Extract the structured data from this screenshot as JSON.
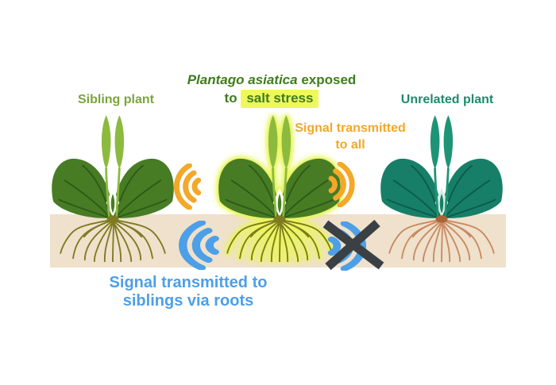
{
  "title": {
    "species": "Plantago asiatica",
    "suffix": " exposed",
    "line2_prefix": "to ",
    "highlight": "salt stress"
  },
  "plants": {
    "sibling": {
      "label": "Sibling plant"
    },
    "stressed": {
      "note": "center plant highlighted with yellow glow"
    },
    "unrelated": {
      "label": "Unrelated plant"
    }
  },
  "signals": {
    "airborne": {
      "line1": "Signal transmitted",
      "line2": "to all"
    },
    "root": {
      "line1": "Signal transmitted to",
      "line2": "siblings via roots"
    }
  },
  "icons": {
    "air_left": "signal-waves-left",
    "air_right": "signal-waves-right",
    "root_left": "signal-waves-left",
    "root_blocked": "signal-waves-crossed-out"
  },
  "colors": {
    "title_green": "#3E7D1E",
    "sibling_label_green": "#7BA43C",
    "unrelated_label_teal": "#1E8A6E",
    "highlight_yellow": "#EFF75D",
    "airborne_signal_yellow": "#F3A82A",
    "root_signal_blue": "#4D9FE8",
    "blocked_x_gray": "#3A4044",
    "soil_tan": "#EFE1CC",
    "leaf_green": "#477C25",
    "leaf_vein_green": "#2E5A15",
    "spike_green": "#8CBA3F",
    "root_olive": "#7D7A20",
    "glow_yellow": "#E9F55E",
    "leaf_teal": "#177F68",
    "leaf_vein_teal": "#0C5B49",
    "spike_teal": "#1E9477",
    "root_salmon": "#C98A61"
  }
}
